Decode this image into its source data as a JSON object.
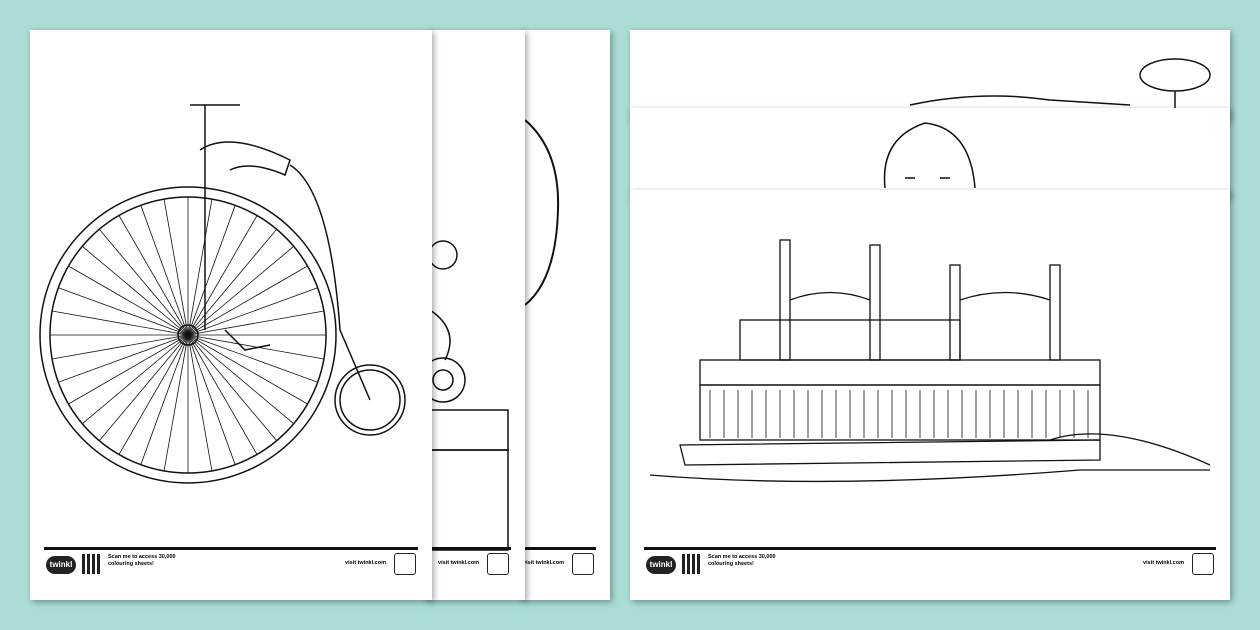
{
  "sheets": {
    "brand": "twinkl",
    "scan_text": "Scan me to access 30,000 colouring sheets!",
    "visit_text": "visit twinkl.com"
  },
  "colors": {
    "background": "#abdcd6",
    "page": "#ffffff",
    "line": "#111111"
  }
}
